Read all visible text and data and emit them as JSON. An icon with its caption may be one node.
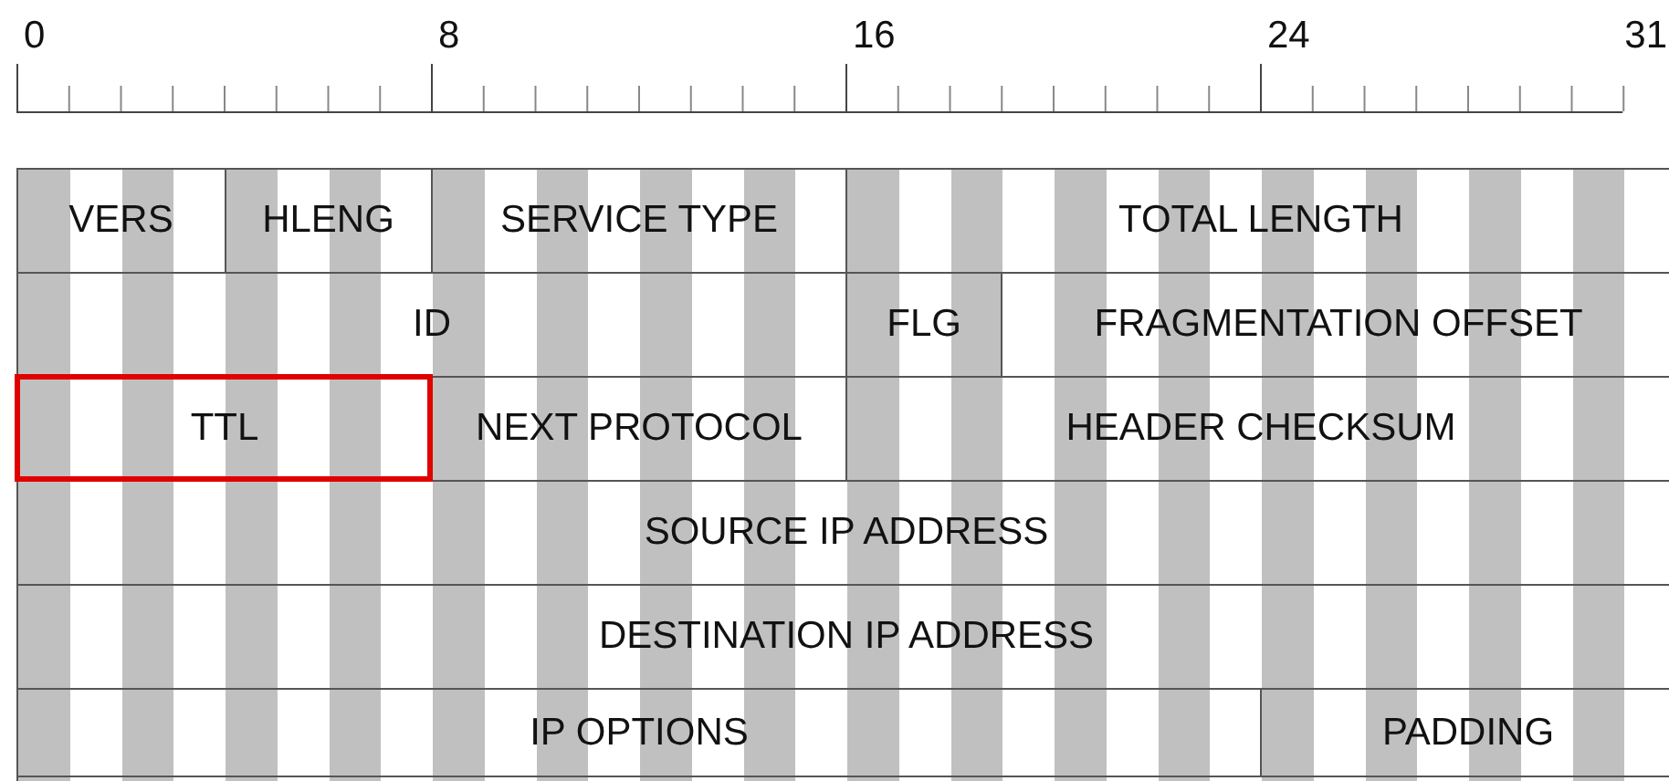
{
  "diagram": {
    "nodes": [
      {
        "text": [
          "VERS"
        ]
      },
      {
        "text": [
          "HLENG"
        ]
      },
      {
        "text": [
          "SERVICE TYPE"
        ]
      },
      {
        "text": [
          "TOTAL LENGTH"
        ]
      },
      {
        "text": [
          "ID"
        ]
      },
      {
        "text": [
          "FLG"
        ]
      },
      {
        "text": [
          "FRAGMENTATION OFFSET"
        ]
      },
      {
        "text": [
          "TTL"
        ]
      },
      {
        "text": [
          "NEXT PROTOCOL"
        ]
      },
      {
        "text": [
          "HEADER CHECKSUM"
        ]
      },
      {
        "text": [
          "SOURCE IP ADDRESS"
        ]
      },
      {
        "text": [
          "DESTINATION IP ADDRESS"
        ]
      },
      {
        "text": [
          "IP OPTIONS"
        ]
      },
      {
        "text": [
          "PADDING"
        ]
      }
    ],
    "labels": [
      "0",
      "8",
      "16",
      "24",
      "31"
    ]
  }
}
